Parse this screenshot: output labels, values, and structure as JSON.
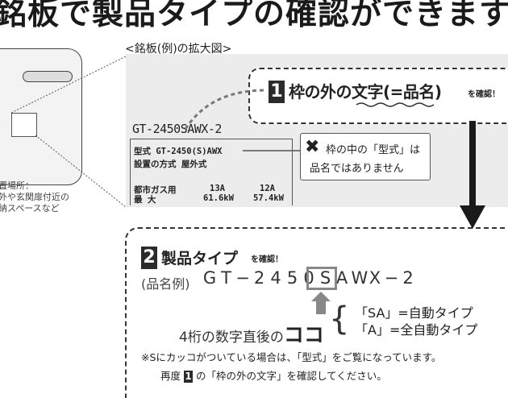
{
  "headline": "銘板で製品タイプの確認ができます",
  "enlarge_caption": "<銘板(例)の拡大図>",
  "location": {
    "line1": "置場所：",
    "line2": "外や玄関扉付近の",
    "line3": "納スペースなど"
  },
  "nameplate": {
    "model": "GT-2450SAWX-2",
    "type_line": "型式 GT-2450(S)AWX",
    "install_line": "設置の方式  屋外式",
    "gas_label": "都市ガス用",
    "gas_13a": "13A",
    "gas_12a": "12A",
    "max_label": "最  大",
    "max_13a": "61.6kW",
    "max_12a": "57.4kW"
  },
  "step1": {
    "number": "1",
    "text": "枠の外の文字(=品名)",
    "small": "を確認！"
  },
  "bubble": {
    "icon": "x-mark-icon",
    "line1": "枠の中の「型式」は",
    "line2": "品名ではありません"
  },
  "step2": {
    "number": "2",
    "title": "製品タイプ",
    "small": "を確認！",
    "example_prefix": "(品名例)",
    "example_chars": [
      "G",
      "T",
      "−",
      "2",
      "4",
      "5",
      "0",
      "S",
      "A",
      "W",
      "X",
      "−",
      "2"
    ],
    "kokode_text": "4桁の数字直後の",
    "koko": "ココ",
    "option1": "「SA」=自動タイプ",
    "option2": "「A」=全自動タイプ",
    "note1": "※Sにカッコがついている場合は、「型式」をご覧になっています。",
    "note2_prefix": "再度",
    "note2_badge": "1",
    "note2_suffix": "の「枠の外の文字」を確認してください。"
  }
}
